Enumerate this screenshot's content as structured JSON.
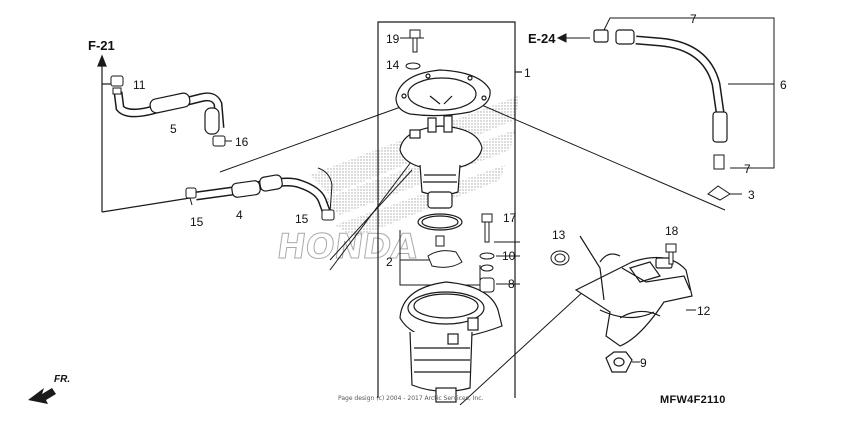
{
  "diagram": {
    "diagram_code": "MFW4F2110",
    "watermark": "Page design (c) 2004 - 2017 Arctic Services, Inc.",
    "brand": "HONDA",
    "refs": {
      "f21": "F-21",
      "e24": "E-24"
    },
    "front_label": "FR.",
    "callouts": [
      "1",
      "2",
      "3",
      "4",
      "5",
      "6",
      "7",
      "7",
      "8",
      "9",
      "10",
      "11",
      "12",
      "13",
      "14",
      "15",
      "15",
      "16",
      "17",
      "18",
      "19"
    ]
  },
  "colors": {
    "line": "#1a1a1a",
    "shade": "#c8c8c8",
    "bg": "#ffffff"
  }
}
